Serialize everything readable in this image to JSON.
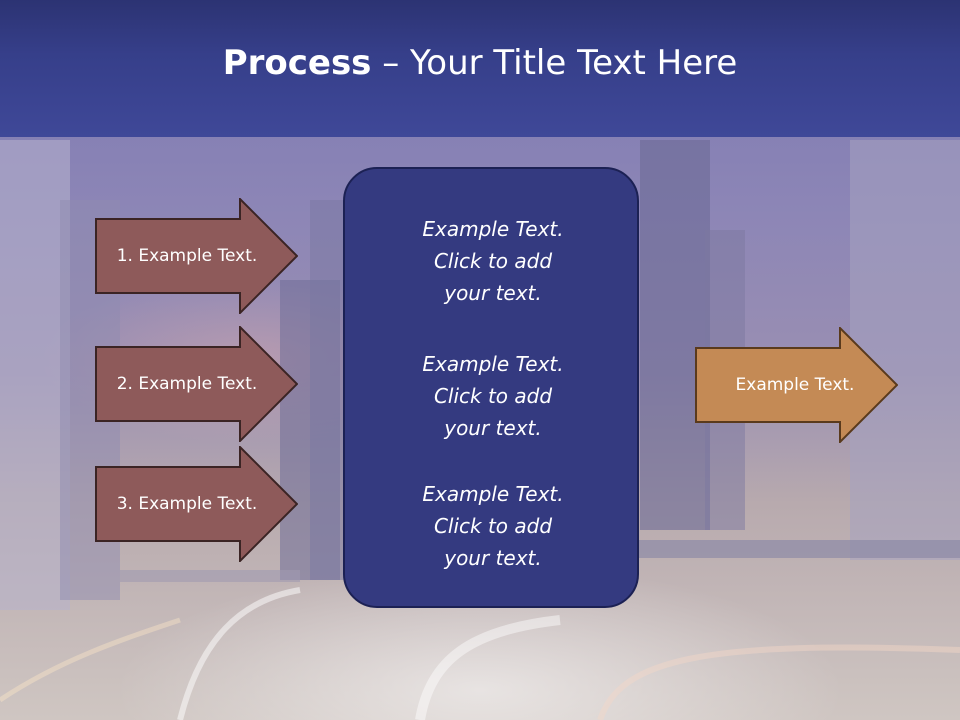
{
  "header": {
    "title_bold": "Process",
    "title_rest": " – Your Title Text Here"
  },
  "left_arrows": [
    {
      "label": "1. Example Text."
    },
    {
      "label": "2. Example Text."
    },
    {
      "label": "3. Example Text."
    }
  ],
  "center": {
    "blocks": [
      {
        "line1": "Example Text.",
        "line2": "Click  to add",
        "line3": "your text."
      },
      {
        "line1": "Example Text.",
        "line2": "Click  to add",
        "line3": "your text."
      },
      {
        "line1": "Example Text.",
        "line2": "Click  to add",
        "line3": "your text."
      }
    ]
  },
  "right_arrow": {
    "label": "Example Text."
  },
  "colors": {
    "header": "#363f8a",
    "left_arrow_fill": "#8e5a5a",
    "right_arrow_fill": "#c48a55",
    "center_box": "#343a80"
  }
}
